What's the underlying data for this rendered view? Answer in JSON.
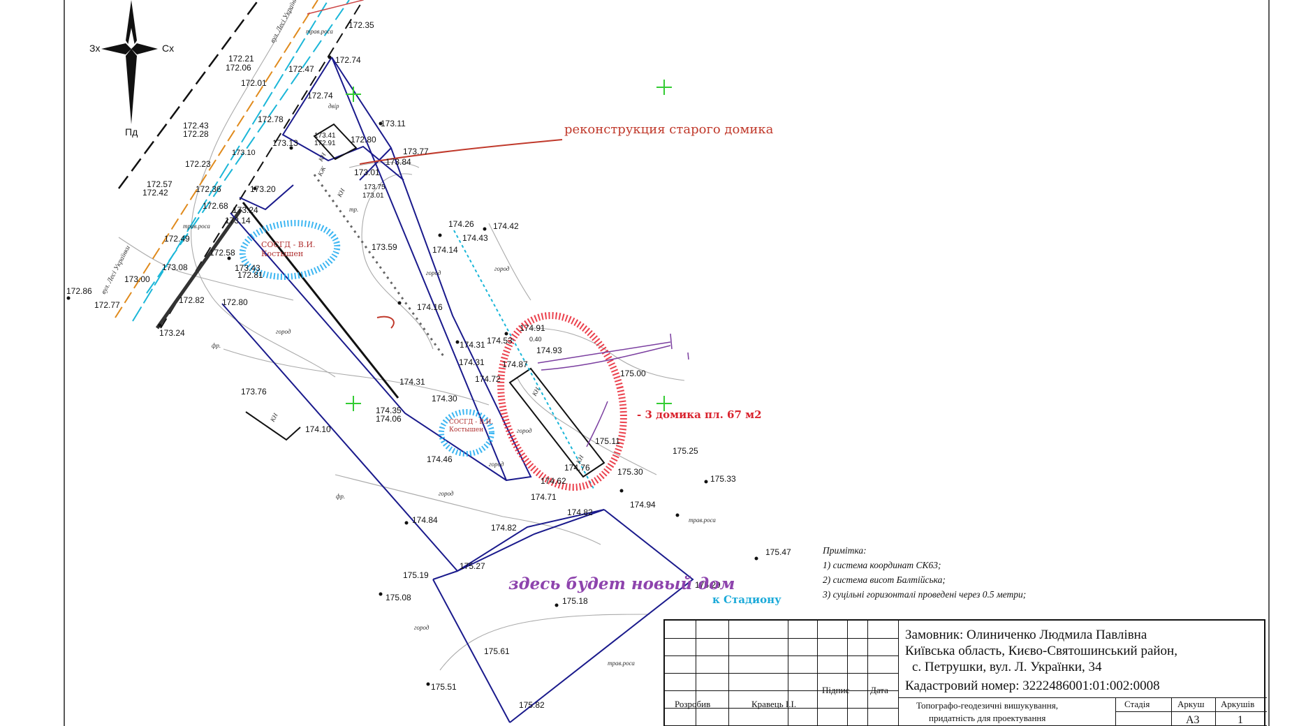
{
  "compass": {
    "west": "Зх",
    "east": "Сх",
    "south": "Пд"
  },
  "annotations": {
    "reconstruction": "реконструкция старого домика",
    "houses": "- 3 домика пл. 67 м2",
    "new_house": "здесь будет новый дом",
    "stadium": "к Стадиону",
    "sosgd_1_a": "СОСГД - В.И.",
    "sosgd_1_b": "Костышен",
    "sosgd_2_a": "СОСГД - В.И.",
    "sosgd_2_b": "Костышен"
  },
  "notes": {
    "title": "Примітка:",
    "items": [
      "1) система координат СК63;",
      "2) система висот Балтійська;",
      "3) суцільні горизонталі проведені через 0.5 метри;"
    ]
  },
  "title_block": {
    "customer": "Замовник: Олиниченко Людмила Павлівна",
    "region": "Київська область, Києво-Святошинський район,",
    "address": "с. Петрушки, вул. Л. Українки, 34",
    "cadastral": "Кадастровий номер: 3222486001:01:002:0008",
    "signature": "Підпис",
    "date": "Дата",
    "developed_label": "Розробив",
    "developed_by": "Кравець І.І.",
    "work_line1": "Топографо-геодезичні вишукування,",
    "work_line2": "придатність для проектування",
    "stage": "Стадія",
    "sheet": "Аркуш",
    "sheets": "Аркушів",
    "sheet_value": "А3",
    "sheets_value": "1"
  },
  "street_labels": [
    "вул. Лесі Українки",
    "вул. Лесі Українки"
  ],
  "small_labels": [
    "трав.роса",
    "двір",
    "город",
    "город",
    "город",
    "город",
    "город",
    "город",
    "город",
    "фр.",
    "фр.",
    "трав.роса",
    "трав.роса",
    "трав.роса",
    "тр.",
    "КН",
    "КН",
    "КН",
    "КН",
    "КН",
    "КЖ"
  ],
  "elevations": [
    "172.35",
    "172.74",
    "172.21",
    "172.06",
    "172.47",
    "172.01",
    "172.74",
    "173.11",
    "172.78",
    "173.41",
    "172.91",
    "172.80",
    "172.43",
    "172.28",
    "173.13",
    "173.77",
    "173.10",
    "173.84",
    "172.23",
    "173.01",
    "173.75",
    "173.01",
    "172.57",
    "172.42",
    "172.36",
    "173.20",
    "172.68",
    "173.24",
    "173.14",
    "174.26",
    "174.42",
    "174.43",
    "172.49",
    "174.14",
    "173.59",
    "172.58",
    "173.08",
    "173.43",
    "172.81",
    "173.00",
    "172.86",
    "172.77",
    "172.82",
    "172.80",
    "173.24",
    "174.16",
    "174.91",
    "174.53",
    "174.93",
    "174.31",
    "174.31",
    "174.87",
    "175.00",
    "174.72",
    "174.31",
    "174.30",
    "173.76",
    "174.35",
    "174.06",
    "175.11",
    "174.10",
    "175.25",
    "174.46",
    "174.76",
    "175.30",
    "174.62",
    "175.33",
    "174.71",
    "174.94",
    "174.82",
    "174.84",
    "174.82",
    "175.47",
    "175.27",
    "175.19",
    "175.29",
    "175.08",
    "175.18",
    "175.61",
    "175.51",
    "175.82",
    "0.40"
  ]
}
